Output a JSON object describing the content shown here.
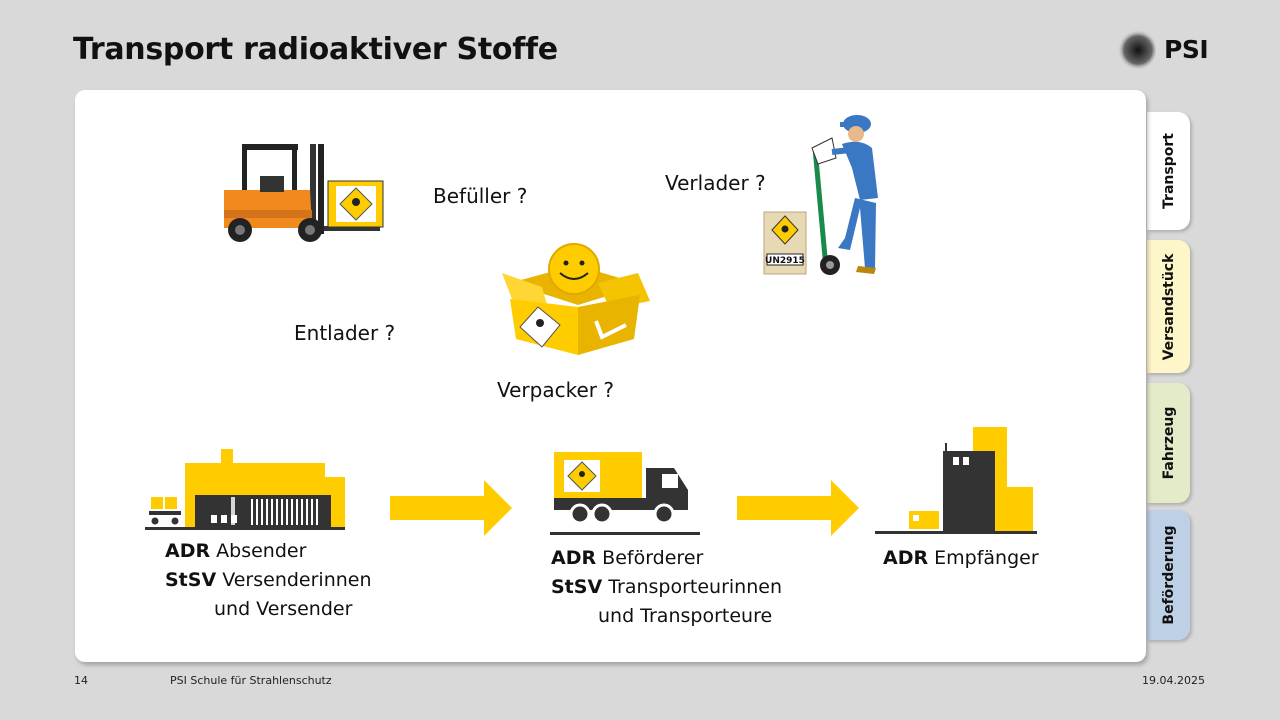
{
  "slide": {
    "title": "Transport radioaktiver Stoffe",
    "logo_text": "PSI"
  },
  "tabs": [
    {
      "label": "Transport",
      "color": "#ffffff"
    },
    {
      "label": "Versandstück",
      "color": "#fdf6c8"
    },
    {
      "label": "Fahrzeug",
      "color": "#e3ebc9"
    },
    {
      "label": "Beförderung",
      "color": "#bed0e6"
    }
  ],
  "questions": {
    "befueller": "Befüller ?",
    "verlader": "Verlader ?",
    "entlader": "Entlader ?",
    "verpacker": "Verpacker ?"
  },
  "package_label": "UN2915",
  "roles": {
    "sender": {
      "adr_abbr": "ADR",
      "adr_text": "Absender",
      "stsv_abbr": "StSV",
      "stsv_text": "Versenderinnen",
      "stsv_text2": "und Versender"
    },
    "carrier": {
      "adr_abbr": "ADR",
      "adr_text": "Beförderer",
      "stsv_abbr": "StSV",
      "stsv_text": "Transporteurinnen",
      "stsv_text2": "und Transporteure"
    },
    "receiver": {
      "adr_abbr": "ADR",
      "adr_text": "Empfänger"
    }
  },
  "footer": {
    "page_number": "14",
    "organization": "PSI Schule für Strahlenschutz",
    "date": "19.04.2025"
  },
  "colors": {
    "accent_yellow": "#ffcc00",
    "dark_gray": "#333333",
    "background": "#d9d9d9"
  }
}
